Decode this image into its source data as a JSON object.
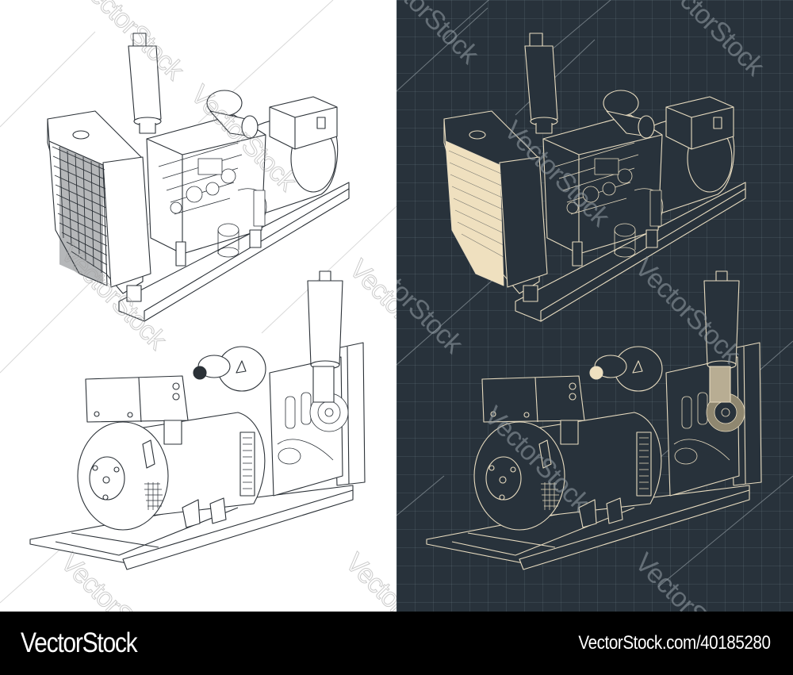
{
  "image": {
    "subject": "Diesel generator set technical drawings",
    "panels": [
      {
        "id": "light",
        "style": "black line art on white",
        "background": "#ffffff",
        "line_color": "#2b3137",
        "views": [
          "generator-rear-radiator-view",
          "generator-front-alternator-view"
        ]
      },
      {
        "id": "dark",
        "style": "blueprint, cream lines on dark slate with grid",
        "background": "#28323b",
        "line_color": "#e8dcc0",
        "fill_accent": "#efe0bf",
        "views": [
          "generator-rear-radiator-view",
          "generator-front-alternator-view"
        ]
      }
    ]
  },
  "watermark": {
    "text": "VectorStock"
  },
  "footer": {
    "brand": "VectorStock",
    "image_id": "VectorStock.com/40185280",
    "background": "#000000",
    "text_color": "#ffffff"
  }
}
